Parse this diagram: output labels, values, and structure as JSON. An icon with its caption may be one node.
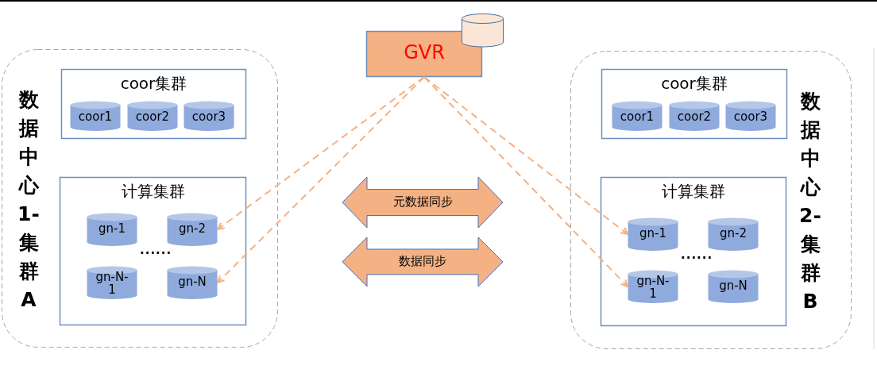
{
  "diagram": {
    "nodes": [
      {
        "text": [
          "数据中心1-集群A"
        ]
      },
      {
        "text": [
          "coor集群"
        ],
        "in": 0
      },
      {
        "text": [
          "coor1"
        ],
        "in": 1
      },
      {
        "text": [
          "coor2"
        ],
        "in": 1
      },
      {
        "text": [
          "coor3"
        ],
        "in": 1
      },
      {
        "text": [
          "计算集群"
        ],
        "in": 0
      },
      {
        "text": [
          "gn-1"
        ],
        "in": 5
      },
      {
        "text": [
          "gn-2"
        ],
        "in": 5
      },
      {
        "text": [
          "gn-N-1"
        ],
        "in": 5
      },
      {
        "text": [
          "gn-N"
        ],
        "in": 5
      },
      {
        "text": [
          "GVR"
        ]
      },
      {
        "text": [],
        "shape": "cylinder"
      },
      {
        "text": [
          "元数据同步"
        ]
      },
      {
        "text": [
          "数据同步"
        ]
      },
      {
        "text": [
          "数据中心2-集群B"
        ]
      },
      {
        "text": [
          "coor集群"
        ],
        "in": 14
      },
      {
        "text": [
          "coor1"
        ],
        "in": 15
      },
      {
        "text": [
          "coor2"
        ],
        "in": 15
      },
      {
        "text": [
          "coor3"
        ],
        "in": 15
      },
      {
        "text": [
          "计算集群"
        ],
        "in": 14
      },
      {
        "text": [
          "gn-1"
        ],
        "in": 19
      },
      {
        "text": [
          "gn-2"
        ],
        "in": 19
      },
      {
        "text": [
          "gn-N-1"
        ],
        "in": 19
      },
      {
        "text": [
          "gn-N"
        ],
        "in": 19
      }
    ],
    "edges": [
      {
        "from": 10,
        "to": 7,
        "arrow": "to",
        "style": "dashed"
      },
      {
        "from": 10,
        "to": 9,
        "arrow": "to",
        "style": "dashed"
      },
      {
        "from": 10,
        "to": 20,
        "arrow": "to",
        "style": "dashed"
      },
      {
        "from": 10,
        "to": 22,
        "arrow": "to",
        "style": "dashed"
      }
    ],
    "labels": [
      "......",
      "......"
    ]
  }
}
